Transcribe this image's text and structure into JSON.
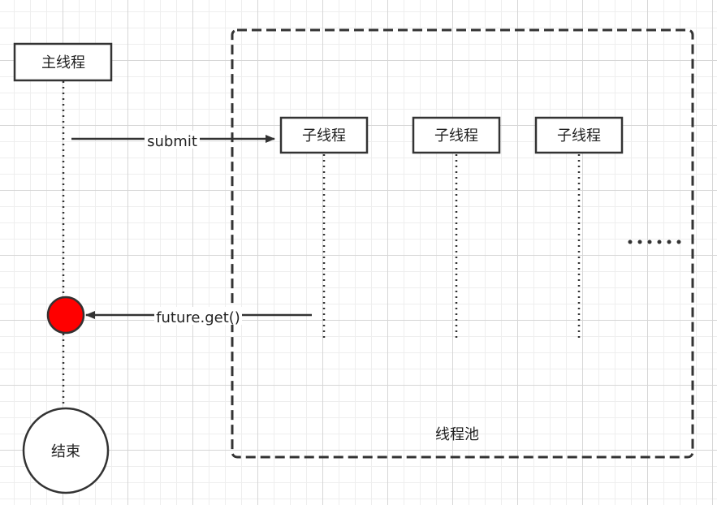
{
  "diagram": {
    "main_thread": {
      "label": "主线程"
    },
    "thread_pool": {
      "label": "线程池",
      "sub_threads": [
        {
          "label": "子线程"
        },
        {
          "label": "子线程"
        },
        {
          "label": "子线程"
        }
      ],
      "more_marker": "......"
    },
    "submit_arrow": {
      "label": "submit"
    },
    "future_arrow": {
      "label": "future.get()"
    },
    "end_node": {
      "label": "结束"
    },
    "colors": {
      "stroke": "#333333",
      "block_point": "#ff0000",
      "background": "#ffffff",
      "text": "#222222"
    }
  }
}
